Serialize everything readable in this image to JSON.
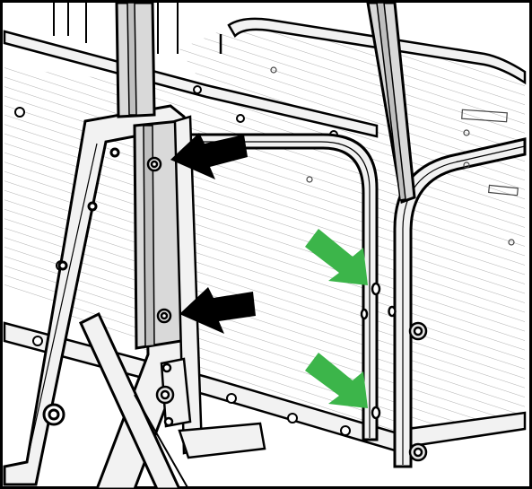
{
  "image": {
    "kind": "assembly-instruction-illustration",
    "border_color": "#000000",
    "background_color": "#ffffff"
  },
  "callouts": {
    "black_arrows": {
      "color": "#000000",
      "count": 2,
      "points_to": "bolts-on-post"
    },
    "green_arrows": {
      "color": "#3cb54a",
      "count": 2,
      "points_to": "holes-on-frame"
    }
  },
  "colors": {
    "line": "#000000",
    "metal_light": "#f2f2f2",
    "metal_shade": "#d9d9d9",
    "post_shade": "#bfbfbf",
    "accent_green": "#3cb54a"
  }
}
